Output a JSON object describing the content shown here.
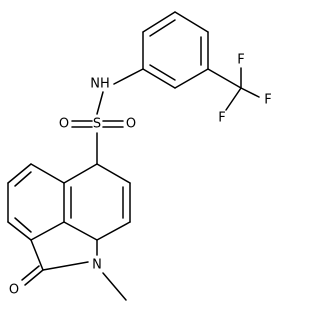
{
  "atom_labels": {
    "nh": "NH",
    "s": "S",
    "o_left": "O",
    "o_right": "O",
    "f_top": "F",
    "f_left": "F",
    "f_right": "F",
    "o_carbonyl": "O",
    "n_ring": "N"
  },
  "colors": {
    "bond": "#000000",
    "text": "#000000",
    "background": "#ffffff"
  }
}
